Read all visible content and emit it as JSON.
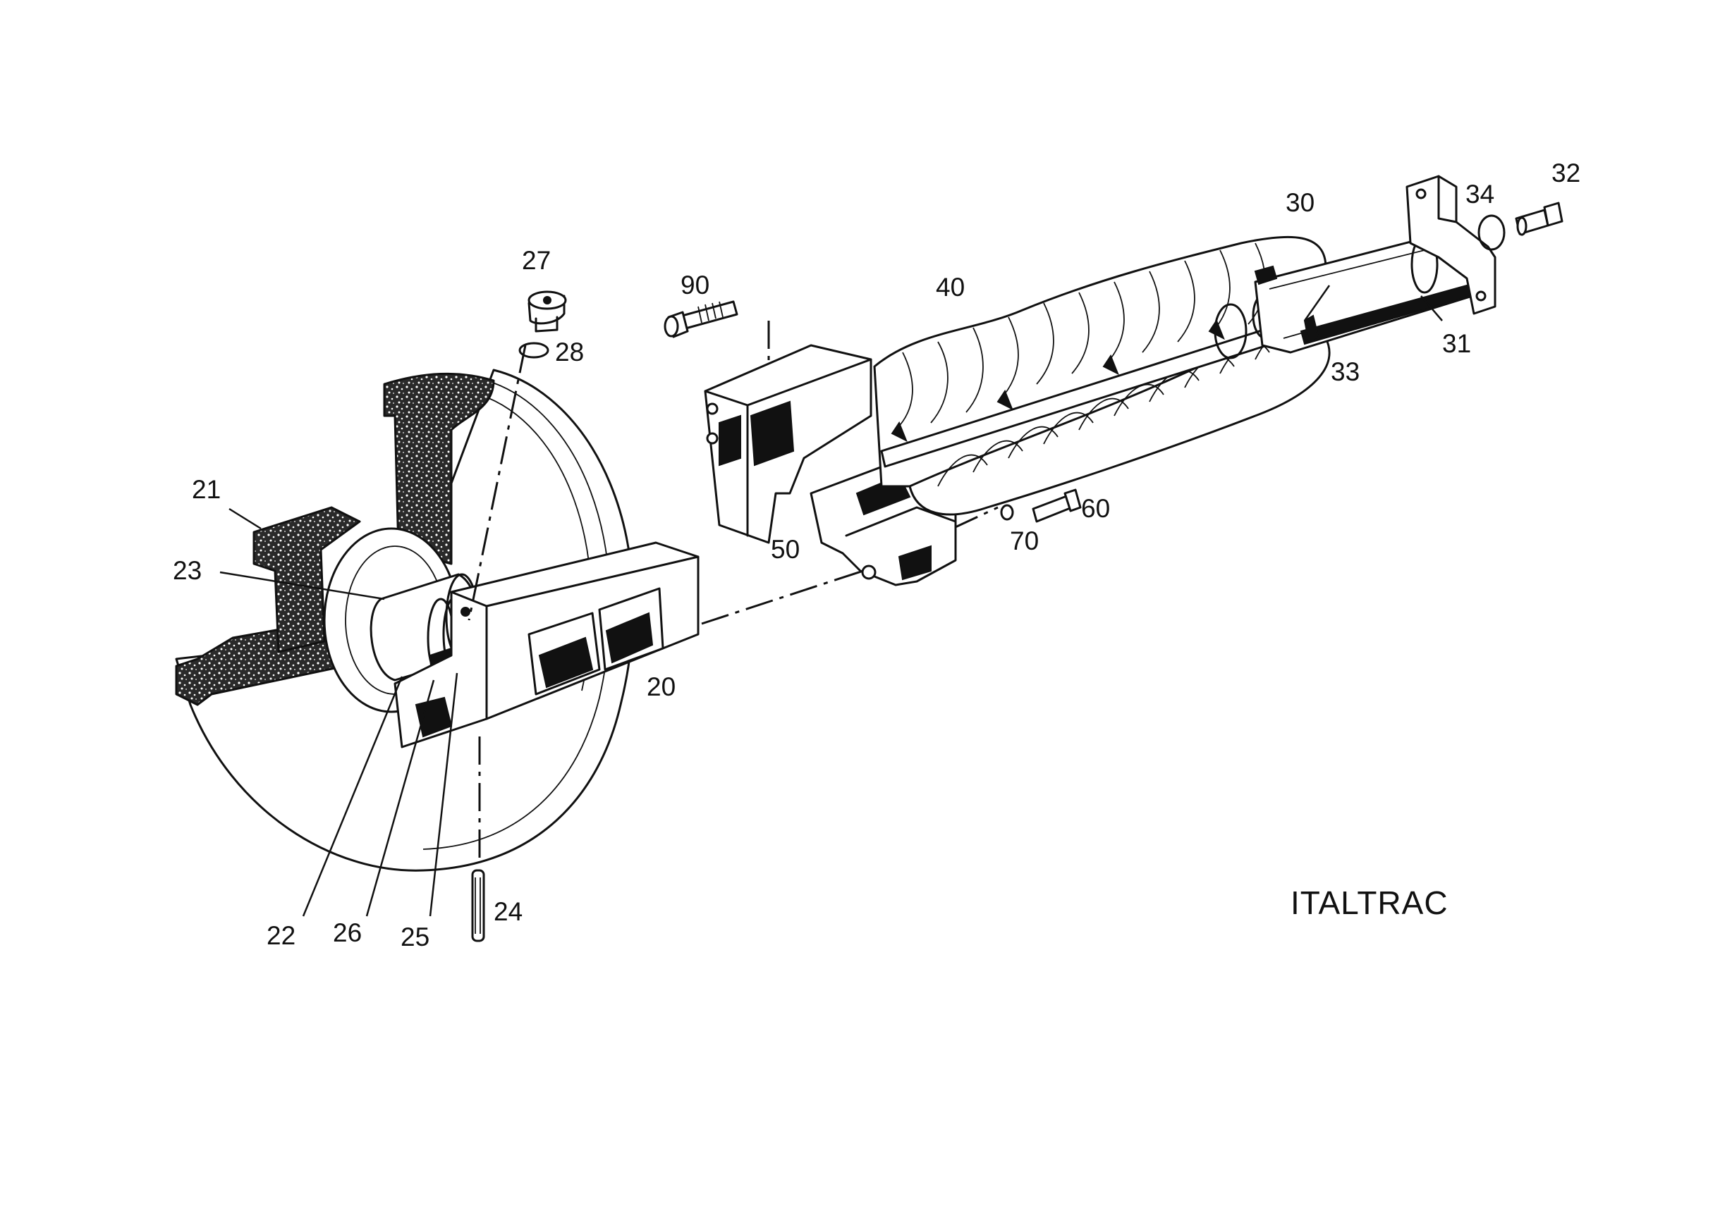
{
  "brand": "ITALTRAC",
  "parts": {
    "p20": "20",
    "p21": "21",
    "p22": "22",
    "p23": "23",
    "p24": "24",
    "p25": "25",
    "p26": "26",
    "p27": "27",
    "p28": "28",
    "p30": "30",
    "p31": "31",
    "p32": "32",
    "p33": "33",
    "p34": "34",
    "p40": "40",
    "p50": "50",
    "p60": "60",
    "p70": "70",
    "p90": "90"
  },
  "colors": {
    "ink": "#111111",
    "paper": "#ffffff"
  }
}
